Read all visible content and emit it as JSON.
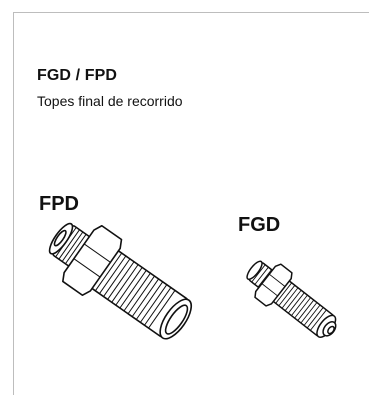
{
  "document": {
    "title": "FGD / FPD",
    "subtitle": "Topes final de recorrido"
  },
  "products": [
    {
      "label": "FPD",
      "icon": "large-threaded-end-stop-icon"
    },
    {
      "label": "FGD",
      "icon": "small-threaded-end-stop-icon"
    }
  ]
}
